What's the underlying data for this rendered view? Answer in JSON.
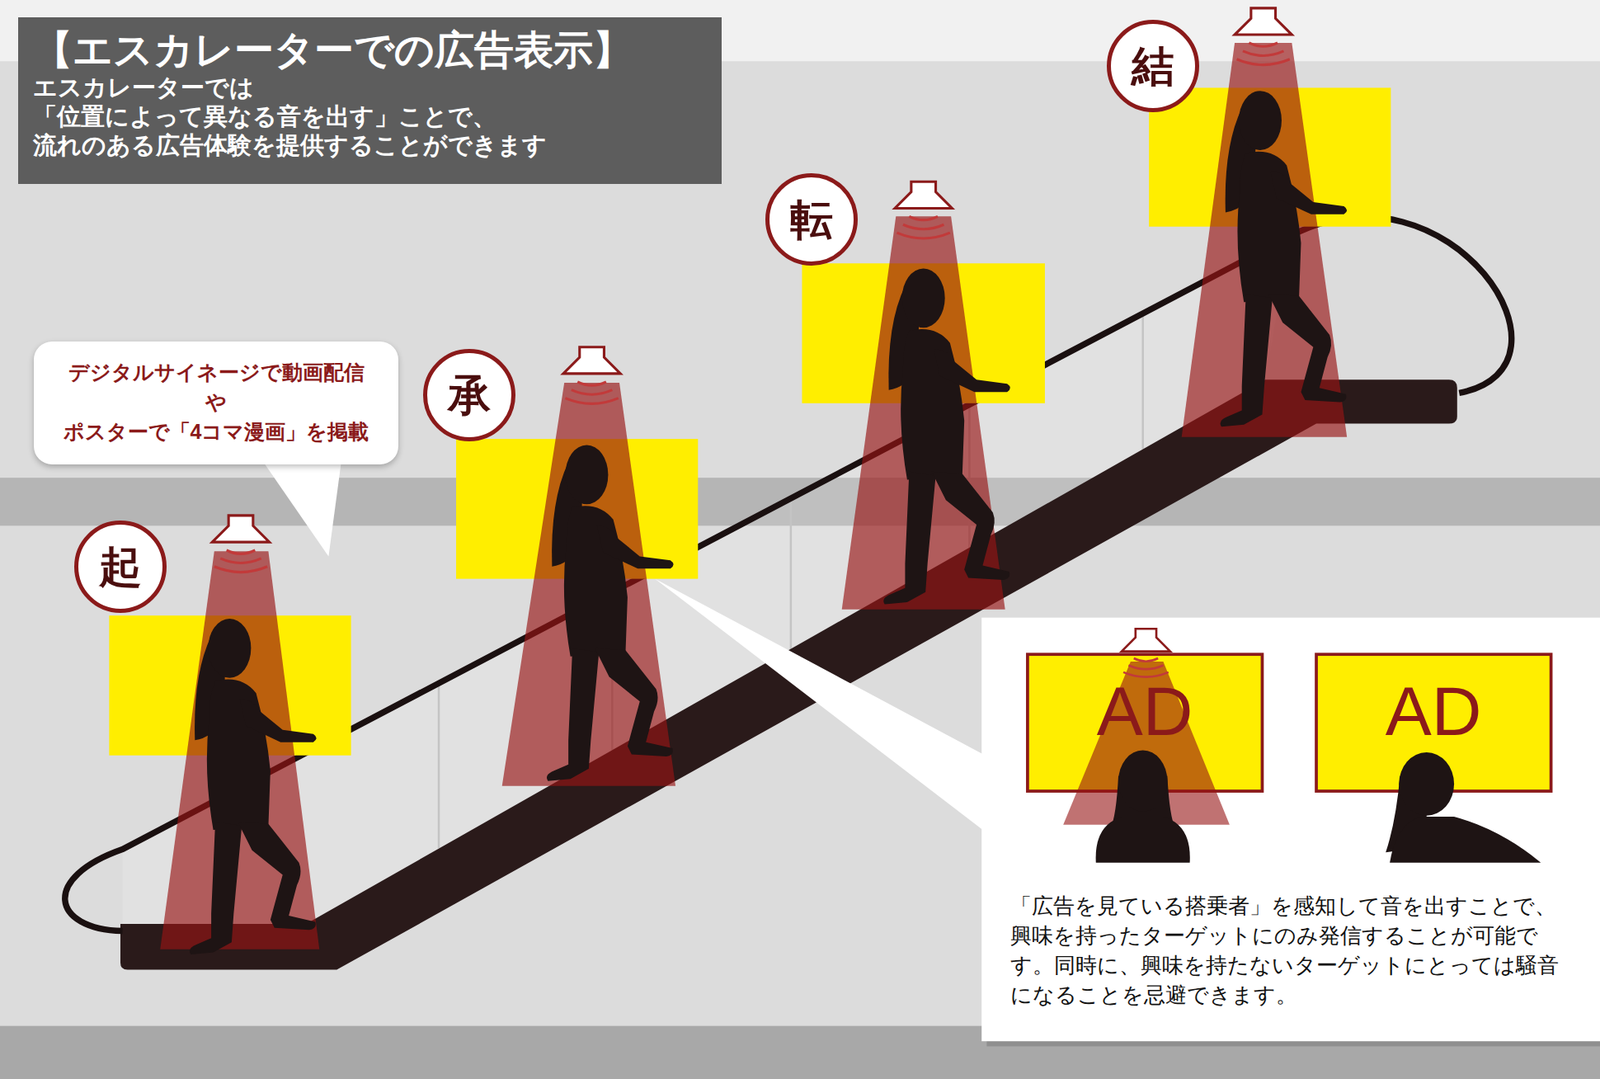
{
  "diagram": {
    "nodes": [
      {
        "text": [
          "【エスカレーターでの広告表示】",
          "エスカレーターでは 「位置によって異なる音を出す」ことで、 流れのある広告体験を提供することができます"
        ]
      },
      {
        "text": [
          "デジタルサイネージで動画配信 や ポスターで「4コマ漫画」を掲載"
        ]
      },
      {
        "text": [
          "起"
        ]
      },
      {
        "text": [
          "承"
        ]
      },
      {
        "text": [
          "転"
        ]
      },
      {
        "text": [
          "結"
        ]
      },
      {
        "text": [
          "「広告を見ている搭乗者」を感知して音を出すことで、 興味を持ったターゲットにのみ発信することが可能で す。同時に、興味を持たないターゲットにとっては騒音 になることを忌避できます。"
        ]
      },
      {
        "text": [
          "AD"
        ],
        "in": 6
      },
      {
        "text": [
          "AD"
        ],
        "in": 6
      }
    ]
  }
}
